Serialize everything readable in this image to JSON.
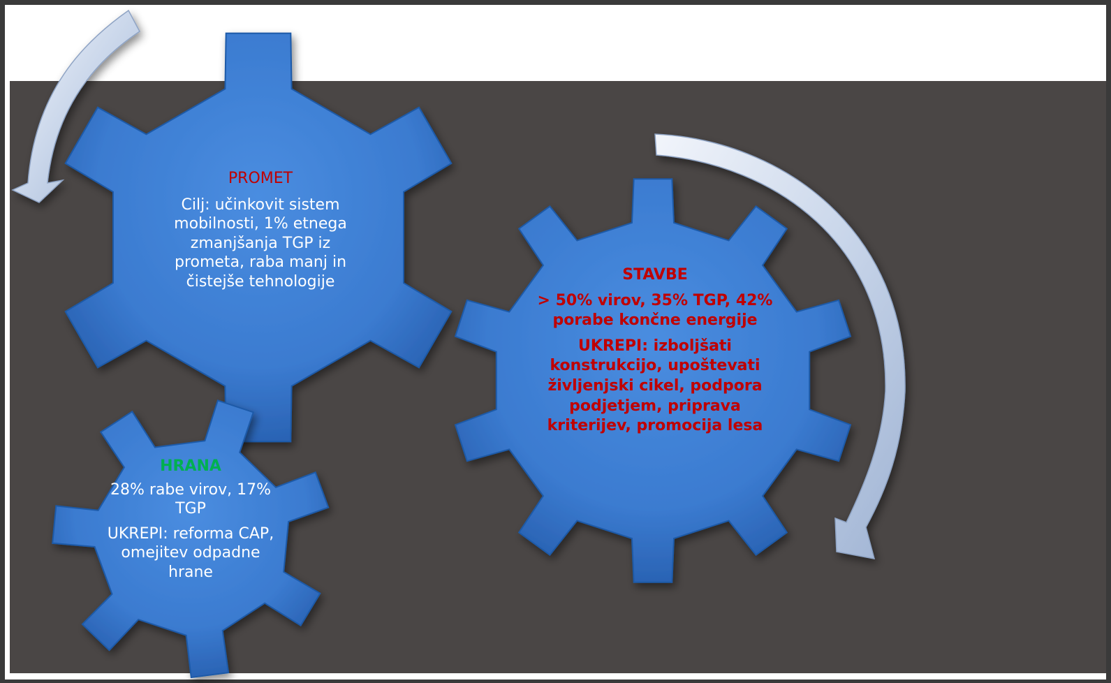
{
  "colors": {
    "frame": "#3a3a3a",
    "panel": "#4a4645",
    "gear_fill": "#3e7fd3",
    "gear_dark": "#1f5aa8",
    "arrow_fill": "#c9d6ea",
    "title_red": "#c00000",
    "title_green": "#00b050",
    "body_white": "#ffffff"
  },
  "gears": {
    "promet": {
      "title": "PROMET",
      "body": "Cilj: učinkovit sistem mobilnosti, 1% etnega zmanjšanja TGP iz prometa, raba manj in čistejše tehnologije"
    },
    "hrana": {
      "title": "HRANA",
      "stats": "28% rabe virov, 17% TGP",
      "measures": "UKREPI: reforma CAP, omejitev odpadne hrane"
    },
    "stavbe": {
      "title": "STAVBE",
      "stats": "> 50% virov, 35% TGP, 42% porabe končne energije",
      "measures": "UKREPI: izboljšati konstrukcijo, upoštevati življenjski cikel, podpora podjetjem, priprava kriterijev, promocija lesa"
    }
  },
  "arrows": [
    {
      "name": "curved-arrow-left",
      "direction": "counterclockwise"
    },
    {
      "name": "curved-arrow-right",
      "direction": "clockwise"
    }
  ]
}
